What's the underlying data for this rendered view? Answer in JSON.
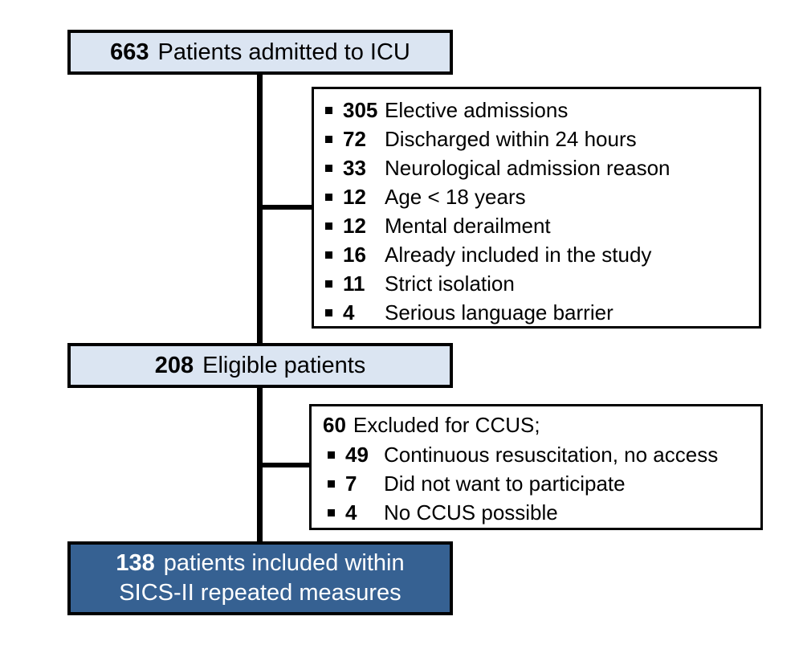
{
  "flow": {
    "admitted": {
      "count": "663",
      "label": "Patients admitted to ICU"
    },
    "exclusions_primary": {
      "items": [
        {
          "count": "305",
          "label": "Elective admissions"
        },
        {
          "count": "72",
          "label": "Discharged within 24 hours"
        },
        {
          "count": "33",
          "label": "Neurological admission reason"
        },
        {
          "count": "12",
          "label": "Age < 18 years"
        },
        {
          "count": "12",
          "label": "Mental derailment"
        },
        {
          "count": "16",
          "label": "Already included in the study"
        },
        {
          "count": "11",
          "label": "Strict isolation"
        },
        {
          "count": "4",
          "label": "Serious language barrier"
        }
      ]
    },
    "eligible": {
      "count": "208",
      "label": "Eligible patients"
    },
    "exclusions_ccus": {
      "header": {
        "count": "60",
        "label": "Excluded for CCUS;"
      },
      "items": [
        {
          "count": "49",
          "label": "Continuous resuscitation, no access"
        },
        {
          "count": "7",
          "label": "Did not want to participate"
        },
        {
          "count": "4",
          "label": "No CCUS possible"
        }
      ]
    },
    "included": {
      "count": "138",
      "line1": "patients included within",
      "line2": "SICS-II repeated measures"
    }
  },
  "colors": {
    "light_box_fill": "#dbe5f2",
    "dark_box_fill": "#366192",
    "border": "#000000",
    "dark_box_text": "#ffffff"
  }
}
